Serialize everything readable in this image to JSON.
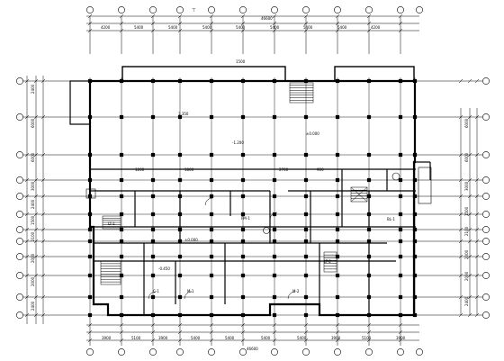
{
  "drawing": {
    "title_mark": "⊤",
    "top_overall_dim": "46600",
    "bottom_overall_dim": "46600",
    "top_dims": [
      "4200",
      "5400",
      "5400",
      "5400",
      "5400",
      "5400",
      "5400",
      "5400",
      "4200"
    ],
    "bottom_dims": [
      "3900",
      "5100",
      "3900",
      "5400",
      "5400",
      "5400",
      "5400",
      "3900",
      "5100",
      "3900"
    ],
    "left_dims": [
      "2400",
      "6000",
      "6000",
      "3000",
      "2400",
      "1500",
      "2100",
      "2000",
      "2000",
      "2400"
    ],
    "right_dims": [
      "6000",
      "6000",
      "3000",
      "1500",
      "2100",
      "2000",
      "2000",
      "2400"
    ],
    "labels": {
      "l1": "3.350",
      "l2": "±0.000",
      "l3": "-1.200",
      "l4": "LT-1",
      "l5": "LT-2",
      "l6": "BL-1",
      "l7": "1200",
      "l8": "1800",
      "l9": "2700",
      "l10": "900",
      "l11": "±0.000",
      "l12": "-0.450",
      "l13": "C-1",
      "l14": "M-1",
      "l15": "M-2",
      "l16": "FM-1",
      "l17": "1500"
    }
  }
}
